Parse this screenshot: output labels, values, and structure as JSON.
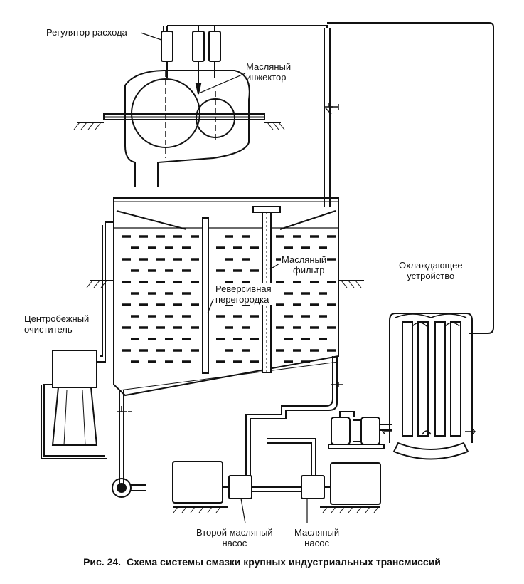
{
  "labels": {
    "flow_regulator": "Регулятор расхода",
    "oil_injector": [
      "Масляный",
      "инжектор"
    ],
    "oil_filter": [
      "Масляный",
      "фильтр"
    ],
    "reversing_baffle": [
      "Реверсивная",
      "перегородка"
    ],
    "centrifugal_cleaner": [
      "Центробежный",
      "очиститель"
    ],
    "cooling_device": [
      "Охлаждающее",
      "устройство"
    ],
    "second_oil_pump": [
      "Второй масляный",
      "насос"
    ],
    "oil_pump": [
      "Масляный",
      "насос"
    ]
  },
  "caption": {
    "number": "Рис. 24.",
    "text": "Схема системы смазки крупных индустриальных трансмиссий"
  },
  "colors": {
    "ink": "#111111",
    "paper": "#ffffff"
  }
}
